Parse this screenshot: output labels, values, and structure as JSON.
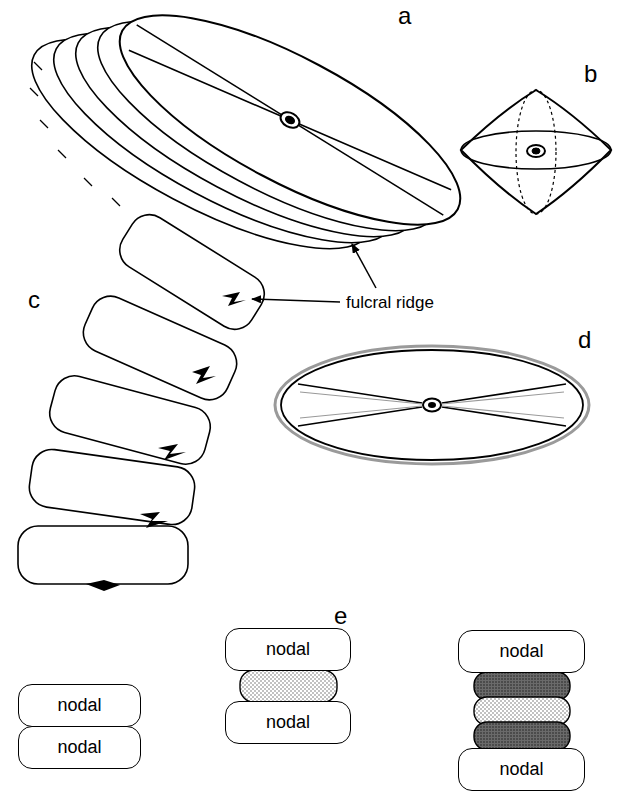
{
  "diagram": {
    "nodes": [
      {
        "text": [
          "nodal"
        ]
      },
      {
        "text": [
          "nodal"
        ]
      },
      {
        "text": [
          "nodal"
        ]
      },
      {
        "text": [
          "nodal"
        ]
      },
      {
        "text": [
          "nodal"
        ]
      },
      {
        "text": [
          "nodal"
        ]
      }
    ],
    "labels": [
      "a",
      "b",
      "fulcral ridge",
      "c",
      "d",
      "e"
    ]
  }
}
